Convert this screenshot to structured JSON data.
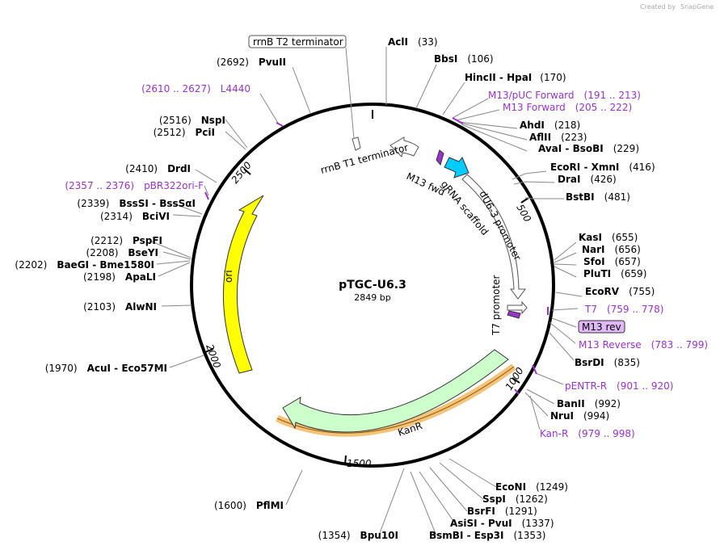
{
  "brand": {
    "created_by": "Created by",
    "app": "SnapGene"
  },
  "plasmid": {
    "name": "pTGC-U6.3",
    "size": "2849 bp"
  },
  "colors": {
    "ori": "#ffff00",
    "kanr": "#ccffcc",
    "kanr_highlight": "#f5c27a",
    "primer": "#9933cc",
    "gRNA": "#00ccff"
  },
  "features": {
    "rrnB_T2": "rrnB T2 terminator",
    "rrnB_T1": "rrnB T1 terminator",
    "m13_fwd": "M13 fwd",
    "gRNA": "gRNA scaffold",
    "dU6": "dU6-3 promoter",
    "t7_promoter": "T7 promoter",
    "ori": "ori",
    "kanr": "KanR"
  },
  "ticks": {
    "t500": "500",
    "t1000": "1000",
    "t1500": "1500",
    "t2000": "2000",
    "t2500": "2500"
  },
  "right_labels": [
    {
      "name": "AclI",
      "pos": "(33)"
    },
    {
      "name": "BbsI",
      "pos": "(106)"
    },
    {
      "name": "HincII  -  HpaI",
      "pos": "(170)"
    },
    {
      "name": "AhdI",
      "pos": "(218)"
    },
    {
      "name": "AflII",
      "pos": "(223)"
    },
    {
      "name": "AvaI  -  BsoBI",
      "pos": "(229)"
    },
    {
      "name": "EcoRI  -  XmnI",
      "pos": "(416)"
    },
    {
      "name": "DraI",
      "pos": "(426)"
    },
    {
      "name": "BstBI",
      "pos": "(481)"
    },
    {
      "name": "KasI",
      "pos": "(655)"
    },
    {
      "name": "NarI",
      "pos": "(656)"
    },
    {
      "name": "SfoI",
      "pos": "(657)"
    },
    {
      "name": "PluTI",
      "pos": "(659)"
    },
    {
      "name": "EcoRV",
      "pos": "(755)"
    },
    {
      "name": "BsrDI",
      "pos": "(835)"
    },
    {
      "name": "BanII",
      "pos": "(992)"
    },
    {
      "name": "NruI",
      "pos": "(994)"
    },
    {
      "name": "EcoNI",
      "pos": "(1249)"
    },
    {
      "name": "SspI",
      "pos": "(1262)"
    },
    {
      "name": "BsrFI",
      "pos": "(1291)"
    },
    {
      "name": "AsiSI  -  PvuI",
      "pos": "(1337)"
    },
    {
      "name": "BsmBI  -  Esp3I",
      "pos": "(1353)"
    }
  ],
  "right_primers": [
    {
      "name": "M13/pUC Forward",
      "pos": "(191 .. 213)"
    },
    {
      "name": "M13 Forward",
      "pos": "(205 .. 222)"
    },
    {
      "name": "T7",
      "pos": "(759 .. 778)"
    },
    {
      "name": "M13 rev",
      "pos": ""
    },
    {
      "name": "M13 Reverse",
      "pos": "(783 .. 799)"
    },
    {
      "name": "pENTR-R",
      "pos": "(901 .. 920)"
    },
    {
      "name": "Kan-R",
      "pos": "(979 .. 998)"
    }
  ],
  "left_labels": [
    {
      "name": "PvuII",
      "pos": "(2692)"
    },
    {
      "name": "NspI",
      "pos": "(2516)"
    },
    {
      "name": "PciI",
      "pos": "(2512)"
    },
    {
      "name": "DrdI",
      "pos": "(2410)"
    },
    {
      "name": "BssSI  -  BssSαI",
      "pos": "(2339)"
    },
    {
      "name": "BciVI",
      "pos": "(2314)"
    },
    {
      "name": "PspFI",
      "pos": "(2212)"
    },
    {
      "name": "BseYI",
      "pos": "(2208)"
    },
    {
      "name": "BaeGI  -  Bme1580I",
      "pos": "(2202)"
    },
    {
      "name": "ApaLI",
      "pos": "(2198)"
    },
    {
      "name": "AlwNI",
      "pos": "(2103)"
    },
    {
      "name": "AcuI  -  Eco57MI",
      "pos": "(1970)"
    },
    {
      "name": "PflMI",
      "pos": "(1600)"
    },
    {
      "name": "Bpu10I",
      "pos": "(1354)"
    }
  ],
  "left_primers": [
    {
      "name": "L4440",
      "pos": "(2610 .. 2627)"
    },
    {
      "name": "pBR322ori-F",
      "pos": "(2357 .. 2376)"
    }
  ]
}
